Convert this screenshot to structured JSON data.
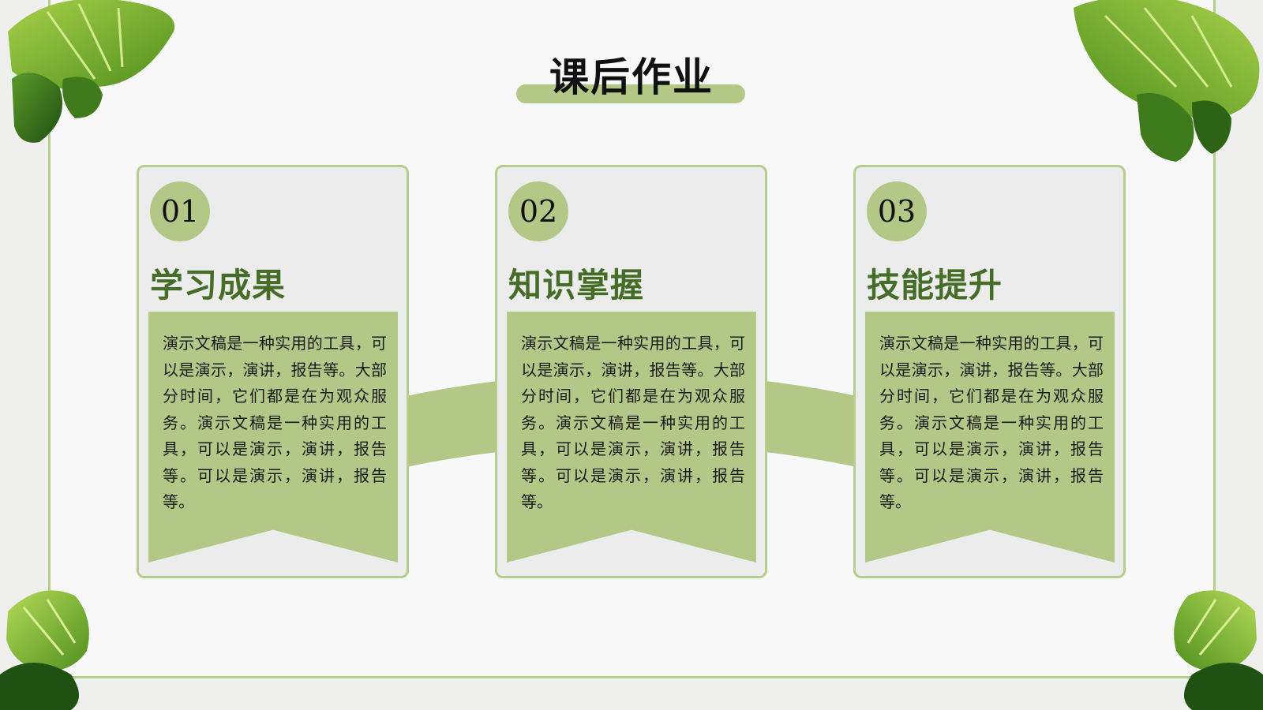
{
  "title": "课后作业",
  "colors": {
    "accent": "#b3c886",
    "heading": "#466d27",
    "border": "#b6cd8c",
    "card_bg": "#ececec"
  },
  "cards": [
    {
      "number": "01",
      "heading": "学习成果",
      "text": "演示文稿是一种实用的工具，可以是演示，演讲，报告等。大部分时间，它们都是在为观众服务。演示文稿是一种实用的工具，可以是演示，演讲，报告等。可以是演示，演讲，报告等。"
    },
    {
      "number": "02",
      "heading": "知识掌握",
      "text": "演示文稿是一种实用的工具，可以是演示，演讲，报告等。大部分时间，它们都是在为观众服务。演示文稿是一种实用的工具，可以是演示，演讲，报告等。可以是演示，演讲，报告等。"
    },
    {
      "number": "03",
      "heading": "技能提升",
      "text": "演示文稿是一种实用的工具，可以是演示，演讲，报告等。大部分时间，它们都是在为观众服务。演示文稿是一种实用的工具，可以是演示，演讲，报告等。可以是演示，演讲，报告等。"
    }
  ],
  "decorations": [
    "monstera-leaf-icon",
    "monstera-leaf-icon",
    "monstera-leaf-icon",
    "monstera-leaf-icon"
  ]
}
